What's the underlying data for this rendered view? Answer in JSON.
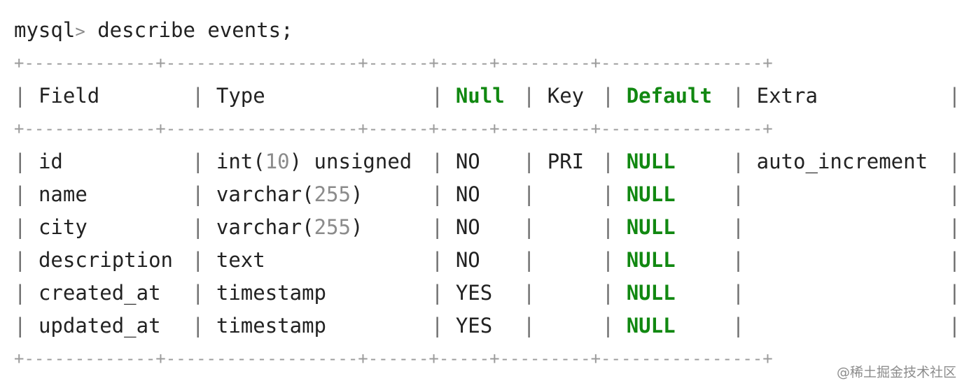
{
  "terminal": {
    "prompt": "mysql",
    "prompt_symbol": ">",
    "command": " describe events;",
    "table": {
      "border_top": "+-------------+-------------------+------+-----+---------+----------------+",
      "border_mid": "+-------------+-------------------+------+-----+---------+----------------+",
      "border_bottom": "+-------------+-------------------+------+-----+---------+----------------+",
      "headers": [
        "Field",
        "Type",
        "Null",
        "Key",
        "Default",
        "Extra"
      ],
      "rows": [
        {
          "field": "id",
          "type_pre": "int(",
          "type_num": "10",
          "type_post": ") unsigned",
          "null": "NO",
          "key": "PRI",
          "default": "NULL",
          "extra": "auto_increment"
        },
        {
          "field": "name",
          "type_pre": "varchar(",
          "type_num": "255",
          "type_post": ")",
          "null": "NO",
          "key": "",
          "default": "NULL",
          "extra": ""
        },
        {
          "field": "city",
          "type_pre": "varchar(",
          "type_num": "255",
          "type_post": ")",
          "null": "NO",
          "key": "",
          "default": "NULL",
          "extra": ""
        },
        {
          "field": "description",
          "type_pre": "text",
          "type_num": "",
          "type_post": "",
          "null": "NO",
          "key": "",
          "default": "NULL",
          "extra": ""
        },
        {
          "field": "created_at",
          "type_pre": "timestamp",
          "type_num": "",
          "type_post": "",
          "null": "YES",
          "key": "",
          "default": "NULL",
          "extra": ""
        },
        {
          "field": "updated_at",
          "type_pre": "timestamp",
          "type_num": "",
          "type_post": "",
          "null": "YES",
          "key": "",
          "default": "NULL",
          "extra": ""
        }
      ]
    }
  },
  "watermark": "@稀土掘金技术社区",
  "colors": {
    "keyword": "#118811",
    "number": "#8b8b8b",
    "border": "#9b9b9b",
    "text": "#222222"
  }
}
